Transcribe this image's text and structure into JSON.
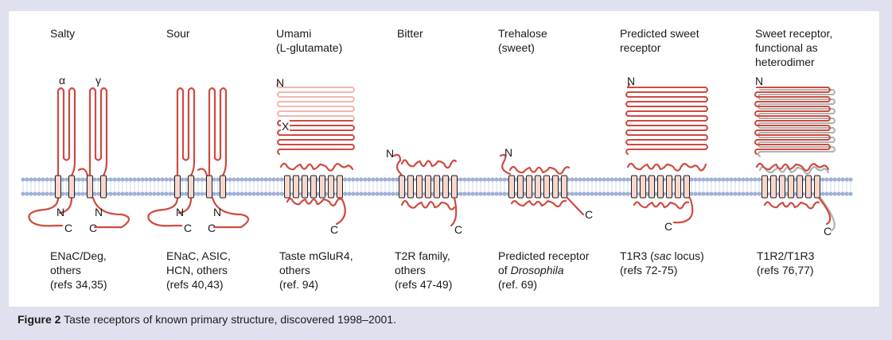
{
  "colors": {
    "background": "#dfe1ee",
    "panel": "#ffffff",
    "membrane": "#9fb1d8",
    "protein": "#cf4a40",
    "protein_light": "#f0b8b0",
    "tm_fill": "#f7d6cc",
    "partner": "#b0b0b0"
  },
  "columns": [
    {
      "title": [
        "Salty"
      ],
      "subunits": [
        "α",
        "γ"
      ],
      "termini": [
        "N",
        "C",
        "N",
        "C"
      ],
      "family": [
        "ENaC/Deg,",
        "others",
        "(refs 34,35)"
      ]
    },
    {
      "title": [
        "Sour"
      ],
      "termini": [
        "N",
        "C",
        "N",
        "C"
      ],
      "family": [
        "ENaC, ASIC,",
        "HCN, others",
        "(refs 40,43)"
      ]
    },
    {
      "title": [
        "Umami",
        "(L-glutamate)"
      ],
      "termini": [
        "N",
        "X",
        "C"
      ],
      "family": [
        "Taste mGluR4,",
        "others",
        "(ref. 94)"
      ]
    },
    {
      "title": [
        "Bitter"
      ],
      "termini": [
        "N",
        "C"
      ],
      "family": [
        "T2R family,",
        "others",
        "(refs 47-49)"
      ]
    },
    {
      "title": [
        "Trehalose",
        "(sweet)"
      ],
      "termini": [
        "N",
        "C"
      ],
      "family": [
        "Predicted receptor",
        "of ",
        "Drosophila",
        "(ref. 69)"
      ]
    },
    {
      "title": [
        "Predicted sweet",
        "receptor"
      ],
      "termini": [
        "N",
        "C"
      ],
      "family": [
        "T1R3 (",
        "sac",
        " locus)",
        "(refs 72-75)"
      ]
    },
    {
      "title": [
        "Sweet receptor,",
        "functional as",
        "heterodimer"
      ],
      "termini": [
        "N",
        "C"
      ],
      "family": [
        "T1R2/T1R3",
        "(refs 76,77)"
      ]
    }
  ],
  "caption": {
    "label": "Figure 2",
    "text": " Taste receptors of known primary structure, discovered 1998–2001."
  }
}
